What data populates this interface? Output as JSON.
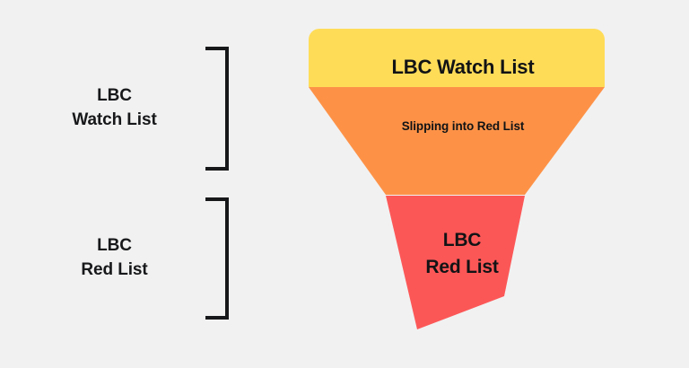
{
  "background_color": "#f1f1f1",
  "diagram": {
    "type": "funnel",
    "title_text_color": "#111315",
    "legend": {
      "groups": [
        {
          "name": "watch-list",
          "label": "LBC\nWatch List",
          "bracket_icon": "right-brace-icon"
        },
        {
          "name": "red-list",
          "label": "LBC\nRed List",
          "bracket_icon": "right-brace-icon"
        }
      ]
    },
    "stages": [
      {
        "name": "lbc-watch-list",
        "label": "LBC Watch List",
        "color": "#ffdc58",
        "shape": "rounded-top-rectangle"
      },
      {
        "name": "slipping-into-red-list",
        "label": "Slipping into Red List",
        "color": "#fd9247",
        "shape": "tapering-trapezoid"
      },
      {
        "name": "lbc-red-list",
        "label": "LBC\nRed List",
        "color": "#fc5757",
        "shape": "angled-bottom-polygon"
      }
    ]
  }
}
